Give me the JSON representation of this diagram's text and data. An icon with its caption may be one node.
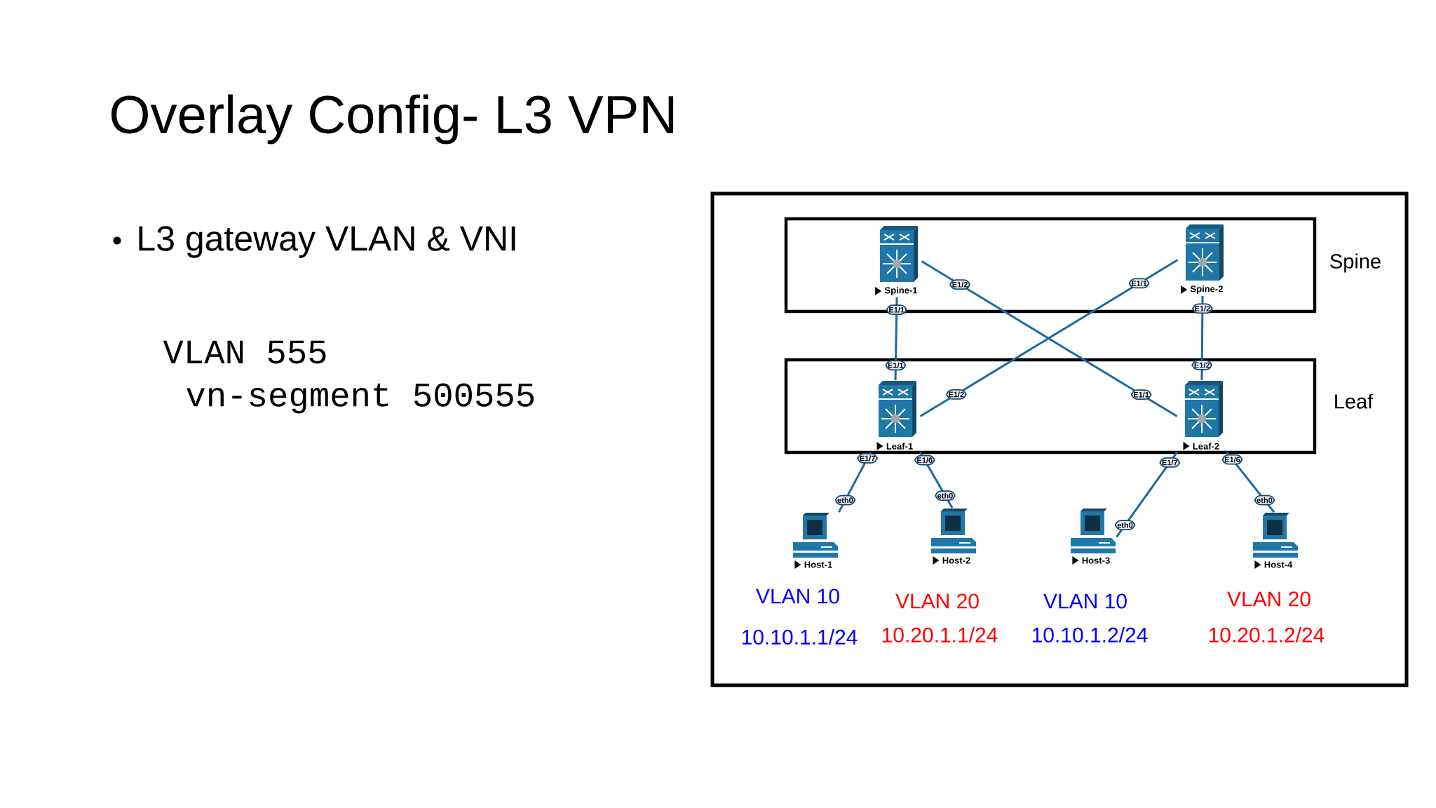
{
  "diagram": {
    "title": "Overlay Config- L3 VPN",
    "nodes": [
      {
        "text": [
          "Spine"
        ]
      },
      {
        "text": [
          "Leaf"
        ]
      },
      {
        "text": [
          "Spine-1"
        ],
        "in": 0
      },
      {
        "text": [
          "Spine-2"
        ],
        "in": 0
      },
      {
        "text": [
          "Leaf-1"
        ],
        "in": 1
      },
      {
        "text": [
          "Leaf-2"
        ],
        "in": 1
      },
      {
        "text": [
          "Host-1"
        ],
        "beside": [
          "VLAN 10",
          "10.10.1.1/24"
        ]
      },
      {
        "text": [
          "Host-2"
        ],
        "beside": [
          "VLAN 20",
          "10.20.1.1/24"
        ]
      },
      {
        "text": [
          "Host-3"
        ],
        "beside": [
          "VLAN 10",
          "10.10.1.2/24"
        ]
      },
      {
        "text": [
          "Host-4"
        ],
        "beside": [
          "VLAN 20",
          "10.20.1.2/24"
        ]
      }
    ],
    "edges": [
      {
        "from": 2,
        "to": 4,
        "arrow": "none"
      },
      {
        "from": 2,
        "to": 5,
        "arrow": "none"
      },
      {
        "from": 3,
        "to": 4,
        "arrow": "none"
      },
      {
        "from": 3,
        "to": 5,
        "arrow": "none"
      },
      {
        "from": 4,
        "to": 6,
        "arrow": "none"
      },
      {
        "from": 4,
        "to": 7,
        "arrow": "none"
      },
      {
        "from": 5,
        "to": 8,
        "arrow": "none"
      },
      {
        "from": 5,
        "to": 9,
        "arrow": "none"
      }
    ],
    "labels": [
      "L3 gateway VLAN & VNI",
      "VLAN 555",
      "vn-segment 500555",
      "E1/1",
      "E1/1",
      "E1/2",
      "E1/1",
      "E1/1",
      "E1/2",
      "E1/2",
      "E1/2",
      "E1/7",
      "eth0",
      "E1/6",
      "eth0",
      "E1/7",
      "eth0",
      "E1/6",
      "eth0"
    ]
  }
}
